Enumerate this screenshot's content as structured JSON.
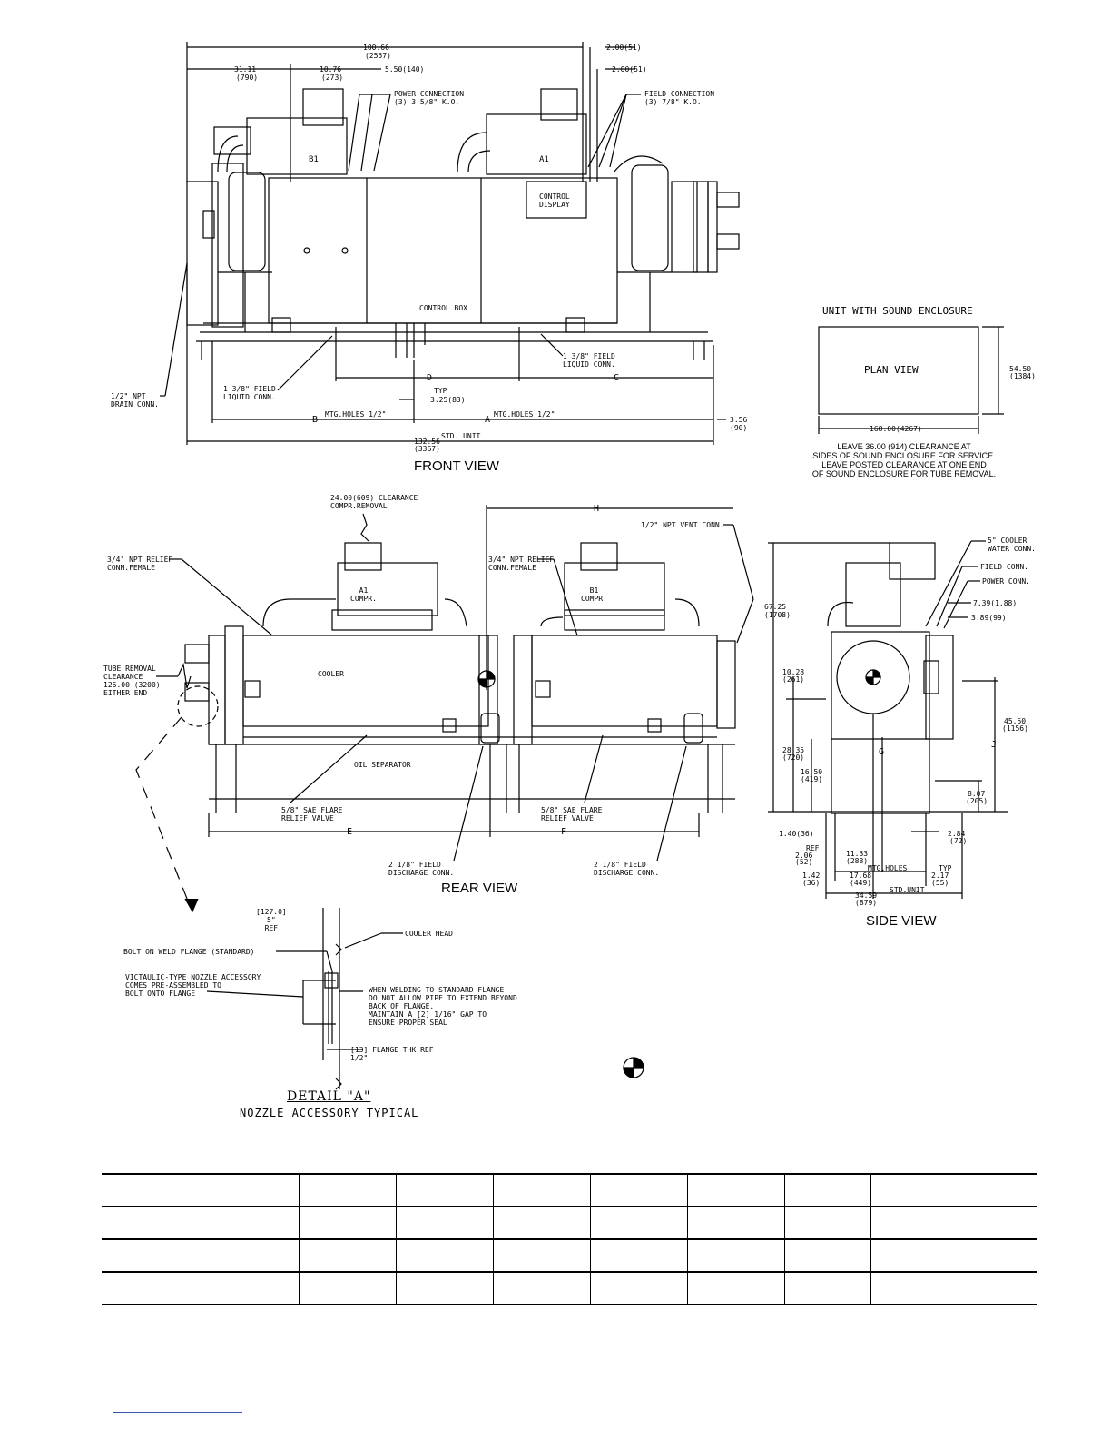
{
  "front_view": {
    "title": "FRONT VIEW",
    "dims": {
      "overall_top": "100.66",
      "overall_top_mm": "(2557)",
      "right_a": "2.00(51)",
      "right_b": "2.00(51)",
      "left_offset": "31.11",
      "left_offset_mm": "(790)",
      "mid_offset": "10.76",
      "mid_offset_mm": "(273)",
      "gap": "5.50(140)",
      "d": "D",
      "c": "C",
      "typ": "TYP",
      "small": "3.25(83)",
      "b": "B",
      "a": "A",
      "mtg_b": "MTG.HOLES 1/2\"",
      "mtg_a": "MTG.HOLES 1/2\"",
      "right_end": "3.56",
      "right_end_mm": "(90)",
      "std_unit": "STD. UNIT",
      "overall": "132.56",
      "overall_mm": "(3367)"
    },
    "callouts": {
      "power": "POWER CONNECTION\n(3) 3 5/8\" K.O.",
      "field": "FIELD CONNECTION\n(3) 7/8\" K.O.",
      "liquid_right": "1 3/8\" FIELD\nLIQUID CONN.",
      "liquid_left": "1 3/8\" FIELD\nLIQUID CONN.",
      "drain": "1/2\" NPT\nDRAIN CONN."
    },
    "labels": {
      "b1": "B1",
      "a1": "A1",
      "control_display": "CONTROL\nDISPLAY",
      "control_box": "CONTROL BOX"
    }
  },
  "plan_view": {
    "heading": "UNIT WITH SOUND ENCLOSURE",
    "label": "PLAN VIEW",
    "depth": "54.50",
    "depth_mm": "(1384)",
    "width": "168.00(4267)",
    "note": "LEAVE 36.00 (914) CLEARANCE AT\nSIDES OF SOUND ENCLOSURE FOR SERVICE.\nLEAVE POSTED CLEARANCE AT ONE END\nOF SOUND ENCLOSURE FOR TUBE REMOVAL."
  },
  "rear_view": {
    "title": "REAR VIEW",
    "clearance": "24.00(609) CLEARANCE\nCOMPR.REMOVAL",
    "h": "H",
    "vent": "1/2\" NPT VENT CONN.",
    "relief_left": "3/4\" NPT RELIEF\nCONN.FEMALE",
    "relief_right": "3/4\" NPT RELIEF\nCONN.FEMALE",
    "tube_removal": "TUBE REMOVAL\nCLEARANCE\n126.00 (3200)\nEITHER END",
    "cooler": "COOLER",
    "a1_compr": "A1\nCOMPR.",
    "b1_compr": "B1\nCOMPR.",
    "oil_sep": "OIL SEPARATOR",
    "flare_left": "5/8\" SAE FLARE\nRELIEF VALVE",
    "flare_right": "5/8\" SAE FLARE\nRELIEF VALVE",
    "e": "E",
    "f": "F",
    "disch_left": "2 1/8\" FIELD\nDISCHARGE CONN.",
    "disch_right": "2 1/8\" FIELD\nDISCHARGE CONN."
  },
  "side_view": {
    "title": "SIDE VIEW",
    "cooler_water": "5\" COOLER\nWATER CONN.",
    "field_conn": "FIELD CONN.",
    "power_conn": "POWER CONN.",
    "d1": "7.39(1.88)",
    "d2": "3.89(99)",
    "height": "67.25",
    "height_mm": "(1708)",
    "d3": "10.28",
    "d3_mm": "(261)",
    "d4": "45.50",
    "d4_mm": "(1156)",
    "d5": "28.35",
    "d5_mm": "(720)",
    "d6": "16.50",
    "d6_mm": "(419)",
    "j": "J",
    "g": "G",
    "d7": "8.07",
    "d7_mm": "(205)",
    "d8": "1.40(36)",
    "d9": "2.84",
    "d9_mm": "(72)",
    "ref": "REF",
    "d10": "2.06",
    "d10_mm": "(52)",
    "d11": "11.33",
    "d11_mm": "(288)",
    "mtg": "MTG.HOLES",
    "typ": "TYP",
    "d12": "1.42",
    "d12_mm": "(36)",
    "d13": "17.68",
    "d13_mm": "(449)",
    "d14": "2.17",
    "d14_mm": "(55)",
    "std": "STD.UNIT",
    "d15": "34.59",
    "d15_mm": "(879)"
  },
  "detail_a": {
    "title": "DETAIL \"A\"",
    "subtitle": "NOZZLE ACCESSORY TYPICAL",
    "ref": "[127.0]\n5\"\nREF",
    "cooler_head": "COOLER HEAD",
    "bolt_flange": "BOLT ON WELD FLANGE (STANDARD)",
    "victaulic": "VICTAULIC-TYPE NOZZLE ACCESSORY\nCOMES PRE-ASSEMBLED TO\nBOLT ONTO FLANGE",
    "welding": "WHEN WELDING TO STANDARD FLANGE\nDO NOT ALLOW PIPE TO EXTEND BEYOND\nBACK OF FLANGE.\nMAINTAIN A [2] 1/16\" GAP TO\nENSURE PROPER SEAL",
    "flange_thk": "[13] FLANGE THK REF\n1/2\""
  }
}
